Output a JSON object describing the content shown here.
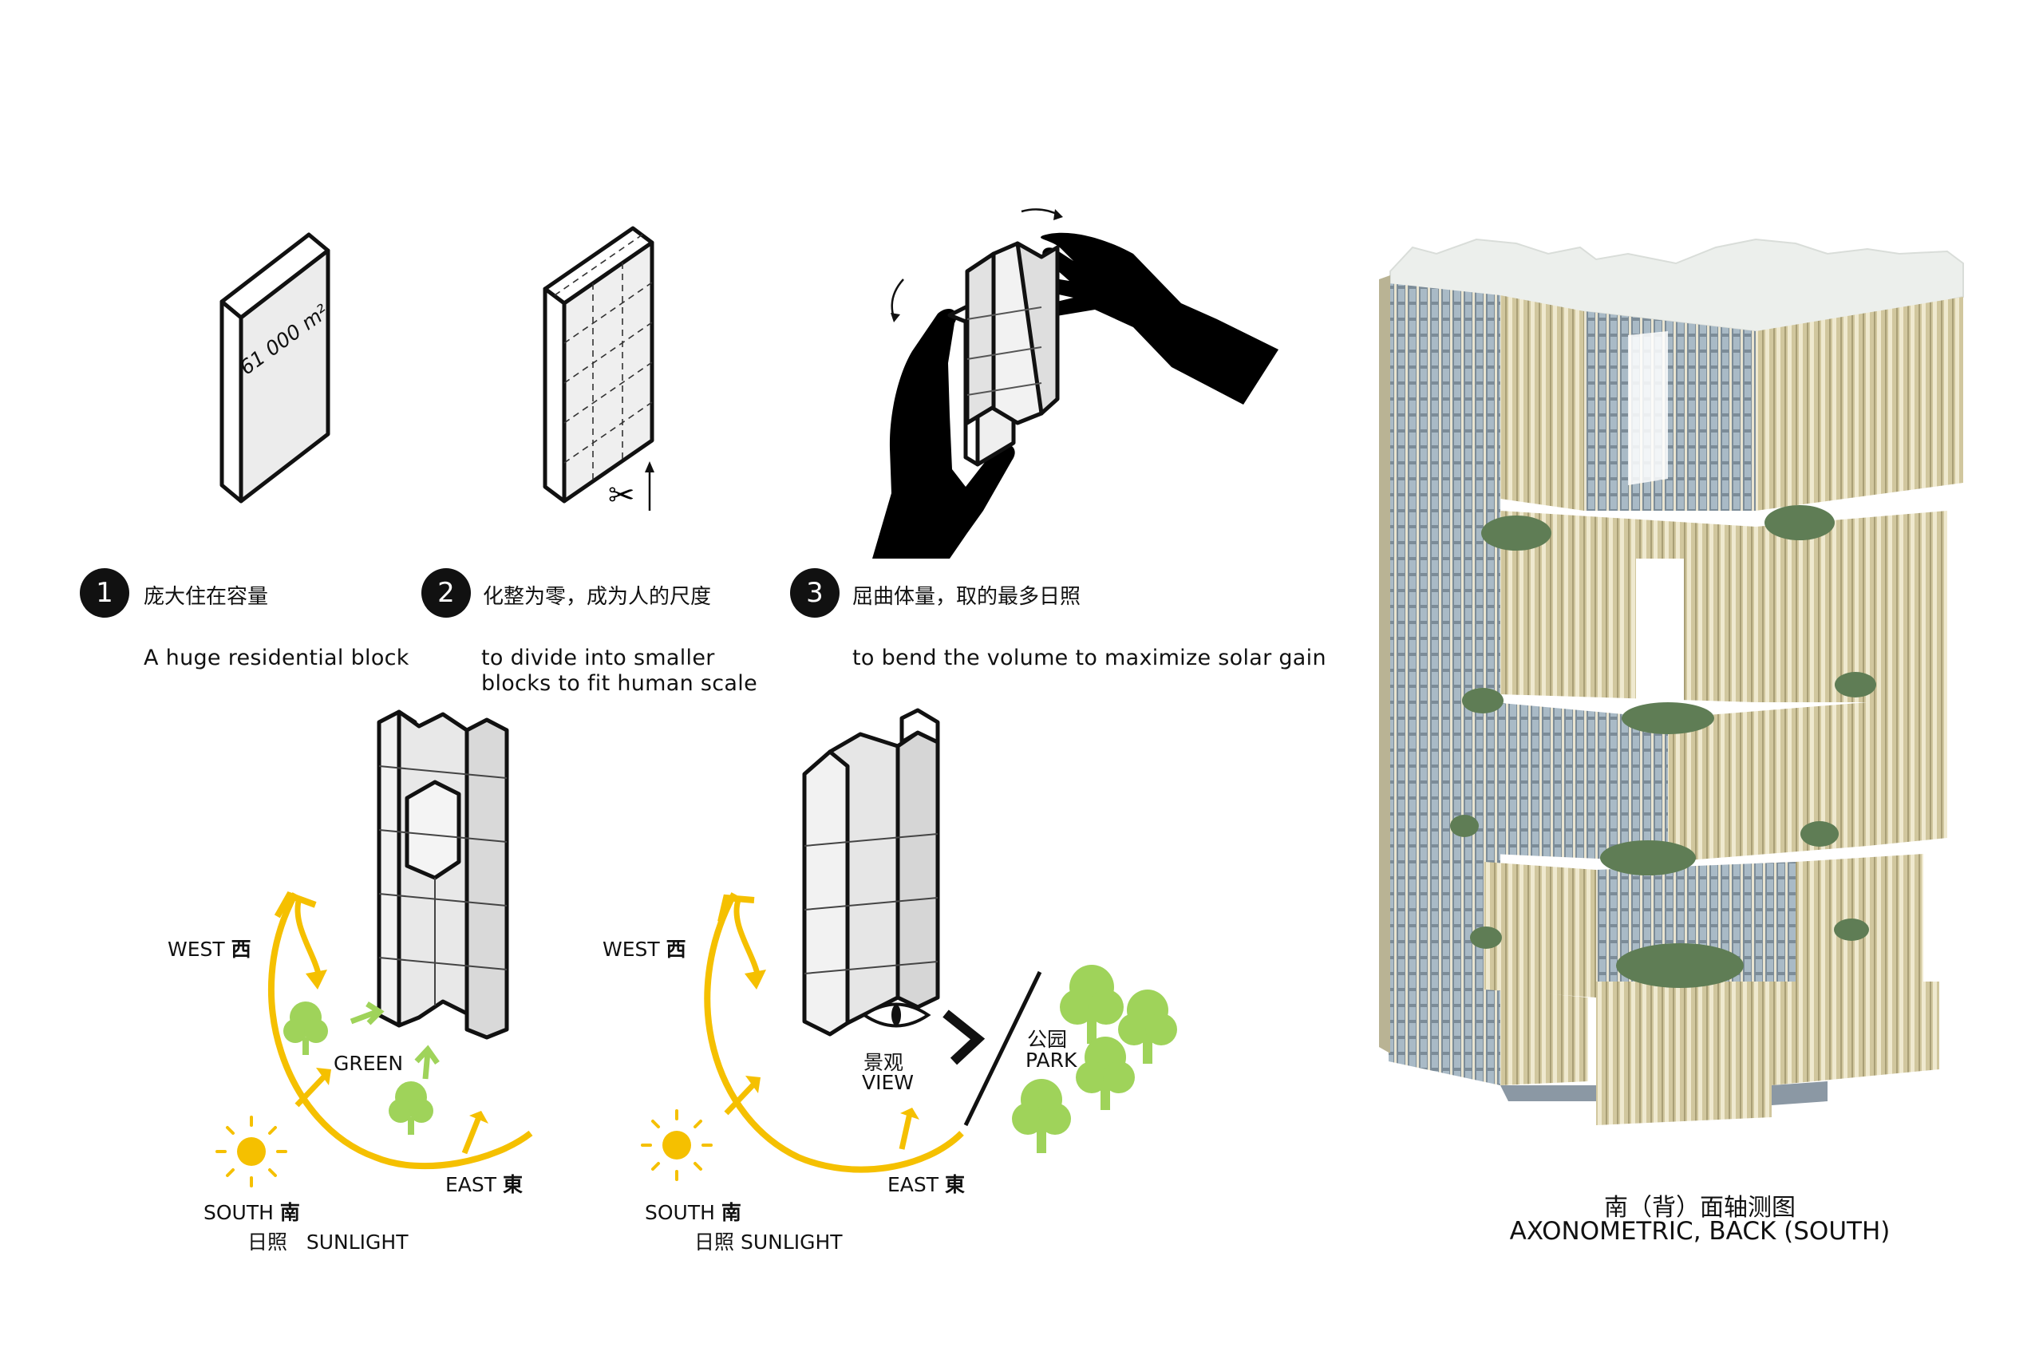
{
  "steps": [
    {
      "number": "1",
      "title_zh": "庞大住在容量",
      "desc": "A huge residential block"
    },
    {
      "number": "2",
      "title_zh": "化整为零，成为人的尺度",
      "desc_line1": "to divide into smaller",
      "desc_line2": "blocks to fit human scale"
    },
    {
      "number": "3",
      "title_zh": "屈曲体量，取的最多日照",
      "desc": "to bend the volume to maximize solar gain"
    }
  ],
  "block_area_label": "61 000 m²",
  "diagram_left": {
    "west": "WEST",
    "west_zh": "西",
    "east": "EAST",
    "east_zh": "東",
    "south": "SOUTH",
    "south_zh": "南",
    "sunlight_zh": "日照",
    "sunlight": "SUNLIGHT",
    "green": "GREEN"
  },
  "diagram_right": {
    "west": "WEST",
    "west_zh": "西",
    "east": "EAST",
    "east_zh": "東",
    "south": "SOUTH",
    "south_zh": "南",
    "sunlight": "日照 SUNLIGHT",
    "view_zh": "景观",
    "view": "VIEW",
    "park_zh": "公园",
    "park": "PARK"
  },
  "caption": {
    "zh": "南（背）面轴测图",
    "en": "AXONOMETRIC, BACK (SOUTH)"
  },
  "colors": {
    "sun_yellow": "#f5c000",
    "green_light": "#9fd35a",
    "black": "#111111",
    "facade_beige": "#c9bf94",
    "glass_blue": "#8ea3b5"
  }
}
